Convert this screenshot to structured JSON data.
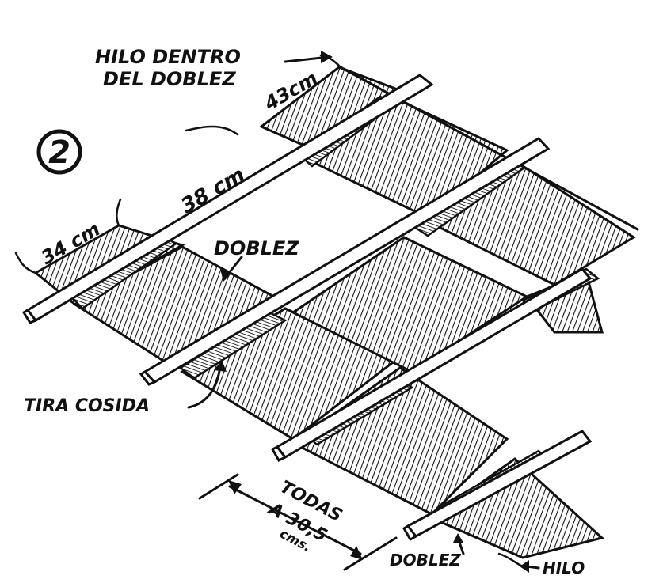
{
  "figure": {
    "number": "2",
    "labels": {
      "thread_inside_fold_line1": "HILO DENTRO",
      "thread_inside_fold_line2": "DEL DOBLEZ",
      "width_top": "43cm",
      "width_left": "34 cm",
      "length_rod": "38 cm",
      "fold_middle": "DOBLEZ",
      "sewn_strip": "TIRA COSIDA",
      "spacing_line1": "TODAS",
      "spacing_line2": "A 30,5",
      "spacing_line3": "cms.",
      "fold_bottom": "DOBLEZ",
      "thread_bottom": "HILO"
    }
  }
}
